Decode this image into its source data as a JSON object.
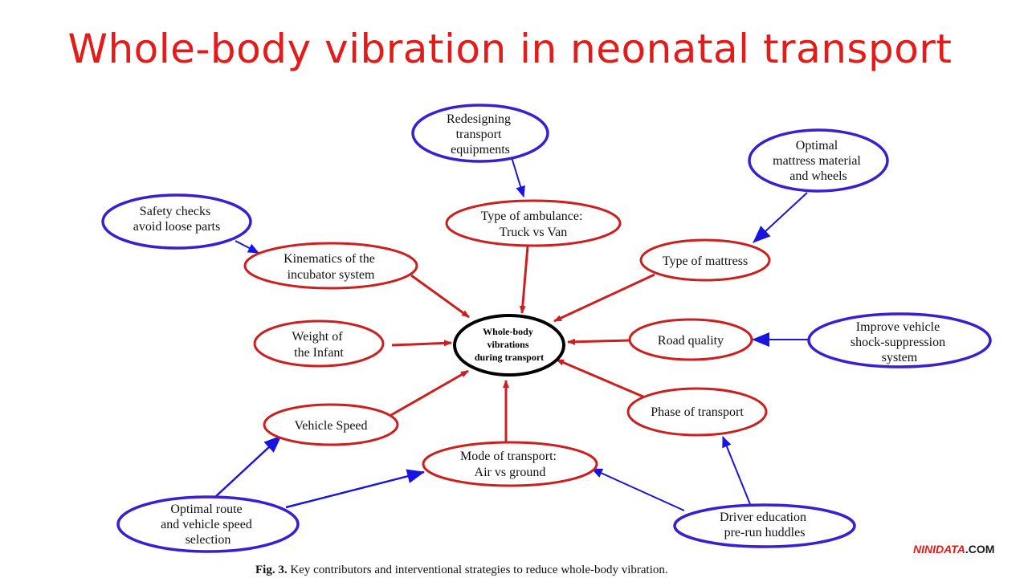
{
  "slide": {
    "title": "Whole-body vibration in neonatal transport"
  },
  "diagram": {
    "center": {
      "lines": [
        "Whole-body",
        "vibrations",
        "during transport"
      ]
    },
    "contributors": [
      {
        "id": "ambulance",
        "lines": [
          "Type of ambulance:",
          "Truck vs Van"
        ]
      },
      {
        "id": "kinematics",
        "lines": [
          "Kinematics of the",
          "incubator system"
        ]
      },
      {
        "id": "mattress",
        "lines": [
          "Type of mattress"
        ]
      },
      {
        "id": "weight",
        "lines": [
          "Weight of",
          "the Infant"
        ]
      },
      {
        "id": "road",
        "lines": [
          "Road quality"
        ]
      },
      {
        "id": "speed",
        "lines": [
          "Vehicle Speed"
        ]
      },
      {
        "id": "phase",
        "lines": [
          "Phase of transport"
        ]
      },
      {
        "id": "mode",
        "lines": [
          "Mode of transport:",
          "Air vs ground"
        ]
      }
    ],
    "interventions": [
      {
        "id": "redesign",
        "lines": [
          "Redesigning",
          "transport",
          "equipments"
        ]
      },
      {
        "id": "optimal-mattress",
        "lines": [
          "Optimal",
          "mattress material",
          "and wheels"
        ]
      },
      {
        "id": "safety",
        "lines": [
          "Safety checks",
          "avoid loose parts"
        ]
      },
      {
        "id": "shock",
        "lines": [
          "Improve vehicle",
          "shock-suppression",
          "system"
        ]
      },
      {
        "id": "route",
        "lines": [
          "Optimal route",
          "and vehicle speed",
          "selection"
        ]
      },
      {
        "id": "driver",
        "lines": [
          "Driver education",
          "pre-run huddles"
        ]
      }
    ],
    "colors": {
      "contributor": "#cc1f1f",
      "intervention": "#1a14e0",
      "center": "#000000",
      "title": "#e31b1b"
    }
  },
  "caption": {
    "label": "Fig. 3.",
    "text": " Key contributors and interventional strategies to reduce whole-body vibration."
  },
  "watermark": {
    "part1": "NINIDATA",
    "part2": ".COM"
  }
}
